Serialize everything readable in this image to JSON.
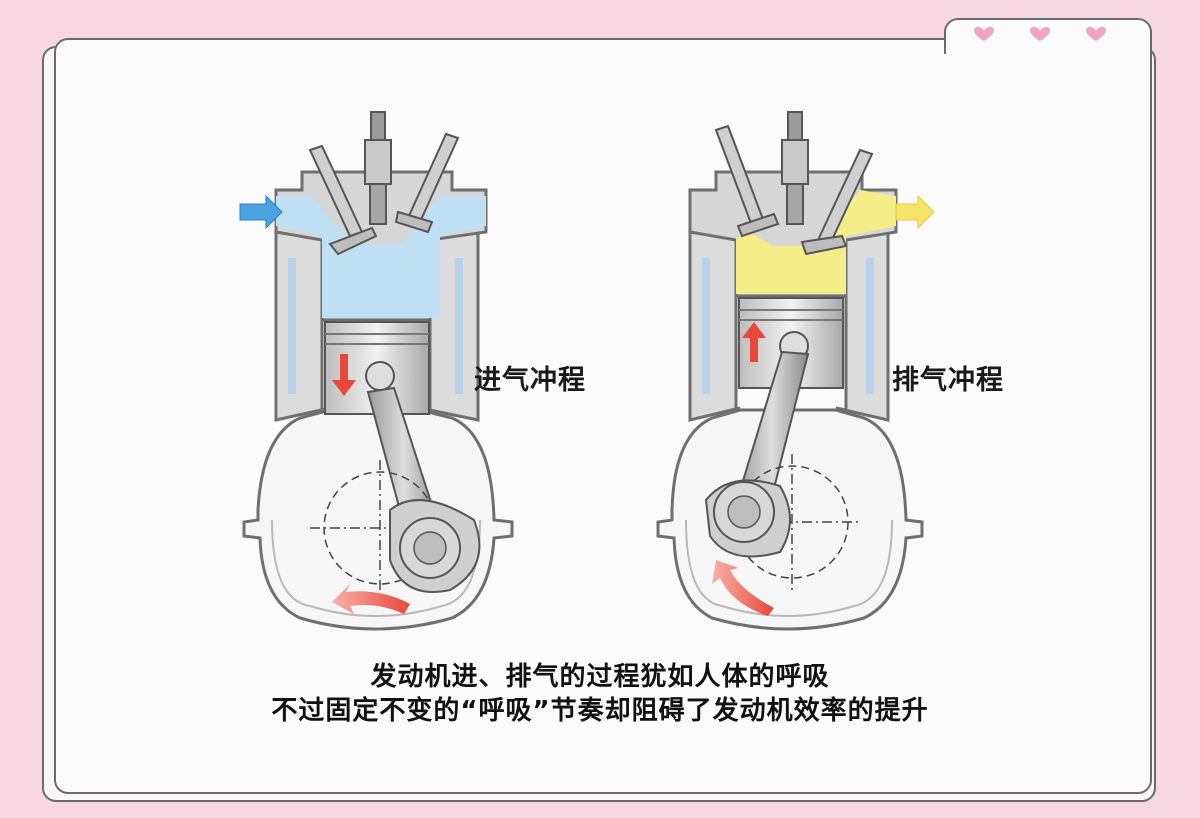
{
  "labels": {
    "intake": "进气冲程",
    "exhaust": "排气冲程"
  },
  "caption": {
    "line1": "发动机进、排气的过程犹如人体的呼吸",
    "line2": "不过固定不变的“呼吸”节奏却阻碍了发动机效率的提升"
  },
  "colors": {
    "background": "#f7d7e2",
    "intake_air": "#bfe0f2",
    "exhaust_gas": "#f5ee88",
    "arrow_red": "#e8473b",
    "heart": "#f2a3c1"
  },
  "icons": [
    "heart-icon",
    "heart-icon",
    "heart-icon"
  ]
}
